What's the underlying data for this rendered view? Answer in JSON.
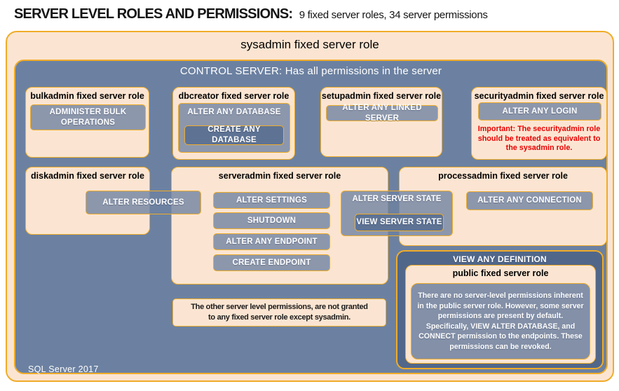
{
  "title": {
    "main": "SERVER LEVEL ROLES AND PERMISSIONS:",
    "sub": "9 fixed server roles, 34 server permissions"
  },
  "sysadmin": {
    "label": "sysadmin fixed server role"
  },
  "control_server": {
    "label": "CONTROL SERVER: Has all permissions in the server",
    "footer": "SQL Server 2017"
  },
  "roles": {
    "bulkadmin": {
      "title": "bulkadmin fixed server role",
      "permission": "ADMINISTER BULK OPERATIONS"
    },
    "dbcreator": {
      "title": "dbcreator fixed server role",
      "permission_outer": "ALTER ANY DATABASE",
      "permission_inner": "CREATE ANY DATABASE"
    },
    "setupadmin": {
      "title": "setupadmin fixed server role",
      "permission": "ALTER ANY LINKED SERVER"
    },
    "securityadmin": {
      "title": "securityadmin fixed server role",
      "permission": "ALTER ANY LOGIN",
      "warning": "Important: The securityadmin role should be treated as equivalent to the sysadmin role."
    },
    "diskadmin": {
      "title": "diskadmin fixed server role",
      "permission": "ALTER RESOURCES"
    },
    "serveradmin": {
      "title": "serveradmin fixed server role",
      "permissions": [
        "ALTER SETTINGS",
        "SHUTDOWN",
        "ALTER ANY ENDPOINT",
        "CREATE ENDPOINT"
      ]
    },
    "processadmin": {
      "title": "processadmin fixed server role",
      "permission": "ALTER ANY CONNECTION"
    },
    "shared": {
      "permission_outer": "ALTER SERVER STATE",
      "permission_inner": "VIEW SERVER STATE"
    },
    "public": {
      "permission_banner": "VIEW ANY DEFINITION",
      "title": "public fixed server role",
      "note": "There are no server-level permissions inherent in the public server role. However, some server permissions are present by default. Specifically, VIEW ALTER DATABASE, and CONNECT permission to the endpoints. These permissions can be revoked."
    }
  },
  "footnote": {
    "line1": "The other server level permissions, are not granted",
    "line2": "to any fixed server role except sysadmin."
  },
  "colors": {
    "gold_border": "#F0AC28",
    "slate_background": "#6C81A1",
    "peach_background": "#FBE5D2",
    "permission_fill": "#8C9AB1",
    "permission_dark_fill": "#5E7394",
    "public_box_fill": "#51678A",
    "warning_red": "#E60000"
  }
}
